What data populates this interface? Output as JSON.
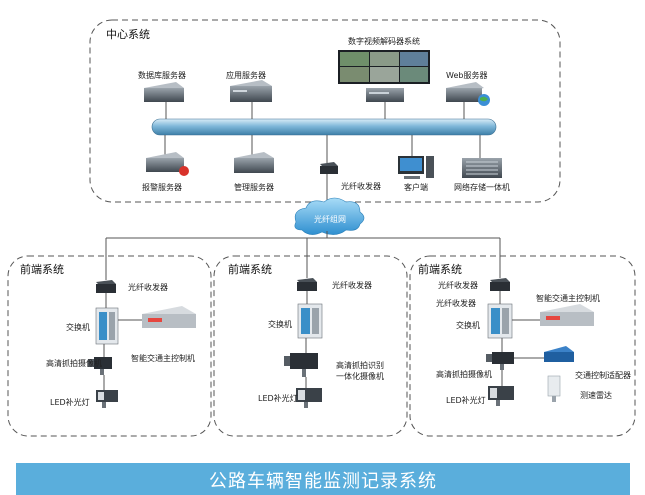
{
  "center": {
    "title": "中心系统",
    "video_wall": "数字视频解码器系统",
    "db_server": "数据库服务器",
    "app_server": "应用服务器",
    "web_server": "Web服务器",
    "alarm_server": "报警服务器",
    "mgmt_server": "管理服务器",
    "transceiver": "光纤收发器",
    "client": "客户端",
    "storage": "网络存储一体机"
  },
  "network": {
    "cloud": "光纤组网"
  },
  "front1": {
    "title": "前端系统",
    "transceiver": "光纤收发器",
    "switch": "交换机",
    "camera": "高清抓拍摄像机",
    "controller": "智能交通主控制机",
    "led": "LED补光灯"
  },
  "front2": {
    "title": "前端系统",
    "transceiver": "光纤收发器",
    "switch": "交换机",
    "camera_line1": "高清抓拍识别",
    "camera_line2": "一体化摄像机",
    "led": "LED补光灯"
  },
  "front3": {
    "title": "前端系统",
    "transceiver1": "光纤收发器",
    "transceiver2": "光纤收发器",
    "switch": "交换机",
    "controller": "智能交通主控制机",
    "camera": "高清抓拍摄像机",
    "adapter": "交通控制适配器",
    "led": "LED补光灯",
    "radar": "测速雷达"
  },
  "footer": {
    "title": "公路车辆智能监测记录系统"
  }
}
